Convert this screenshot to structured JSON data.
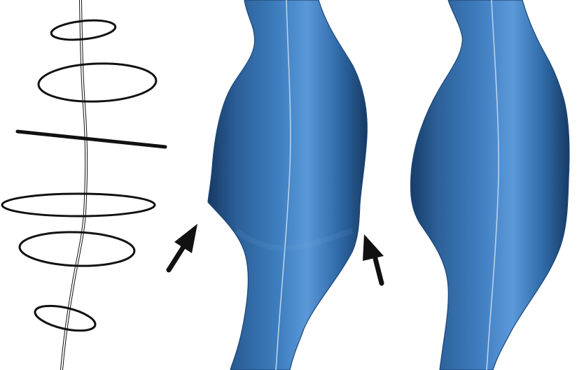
{
  "figure": {
    "panels": [
      {
        "name": "contour-cross-sections",
        "contour_count": 6
      },
      {
        "name": "surface-with-arrows"
      },
      {
        "name": "smoothed-surface"
      }
    ],
    "colors": {
      "background": "#ffffff",
      "stroke": "#111111",
      "vessel_base": "#3f7fc0",
      "vessel_dark": "#173a64",
      "vessel_light": "#5a98d8",
      "centerline": "#c7d9ee"
    },
    "icons": [
      "arrow-icon",
      "arrow-icon"
    ]
  }
}
